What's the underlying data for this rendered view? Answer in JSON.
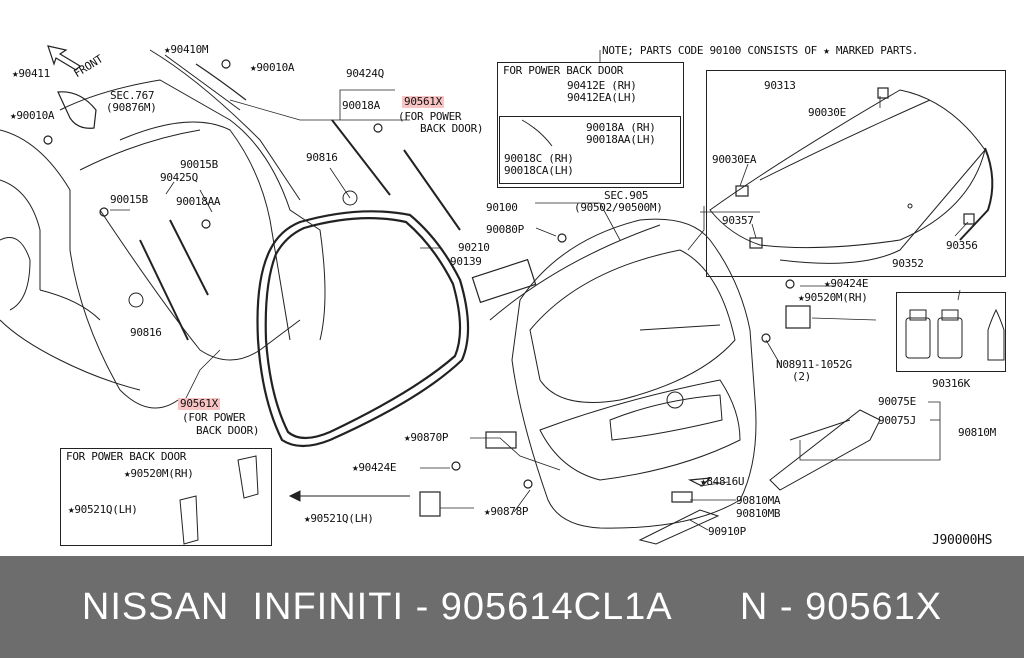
{
  "note": "NOTE; PARTS CODE 90100 CONSISTS OF ★ MARKED PARTS.",
  "front_label": "FRONT",
  "ref_code": "J90000HS",
  "banner": {
    "text": "NISSAN  INFINITI - 905614CL1A      N - 90561X"
  },
  "inset_top": {
    "title": "FOR POWER BACK DOOR",
    "l1": "90412E  (RH)",
    "l2": "90412EA(LH)",
    "l3": "90018A  (RH)",
    "l4": "90018AA(LH)",
    "l5": "90018C  (RH)",
    "l6": "90018CA(LH)"
  },
  "inset_bottom": {
    "title": "FOR POWER BACK DOOR",
    "l1": "★90520M(RH)",
    "l2": "★90521Q(LH)"
  },
  "labels": {
    "a90410M": "★90410M",
    "a90010A_top": "★90010A",
    "a90411": "★90411",
    "a90010A_left": "★90010A",
    "sec767": "SEC.767",
    "sec767b": "(90876M)",
    "a90424Q": "90424Q",
    "a90018A": "90018A",
    "a90561X_top": "90561X",
    "a_fpb_top1": "(FOR POWER",
    "a_fpb_top2": "BACK DOOR)",
    "a90015B_1": "90015B",
    "a90425Q": "90425Q",
    "a90015B_2": "90015B",
    "a90018AA": "90018AA",
    "a90816_top": "90816",
    "a90816_left": "90816",
    "a90561X_bot": "90561X",
    "a_fpb_bot1": "(FOR POWER",
    "a_fpb_bot2": "BACK DOOR)",
    "a90313": "90313",
    "a90030E": "90030E",
    "a90030EA": "90030EA",
    "a90357": "90357",
    "a90356": "90356",
    "a90352": "90352",
    "sec905": "SEC.905",
    "sec905b": "(90502/90500M)",
    "a90100": "90100",
    "a90080P": "90080P",
    "a90210": "90210",
    "a90139": "90139",
    "a90424E_r": "★90424E",
    "a90520M_r": "★90520M(RH)",
    "a08911": "N08911-1052G",
    "a08911b": "(2)",
    "a90316K": "90316K",
    "a90075E": "90075E",
    "a90075J": "90075J",
    "a90810M": "90810M",
    "a90870P": "★90870P",
    "a90424E_l": "★90424E",
    "a84816U": "★84816U",
    "a90810MA": "90810MA",
    "a90810MB": "90810MB",
    "a90878P": "★90878P",
    "a90910P": "90910P",
    "a90521Q_m": "★90521Q(LH)"
  }
}
